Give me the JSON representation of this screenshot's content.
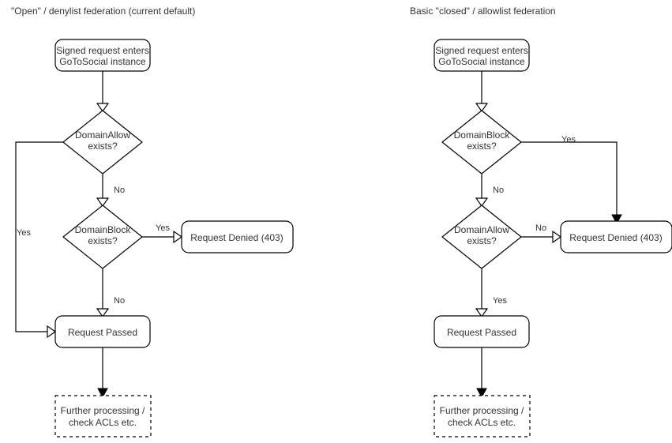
{
  "diagram": {
    "type": "flowchart",
    "background_color": "#ffffff",
    "stroke_color": "#000000",
    "text_color": "#333333",
    "panels": [
      {
        "id": "open-federation",
        "title": "\"Open\" / denylist federation (current default)",
        "nodes": {
          "entry": {
            "label_line1": "Signed request enters",
            "label_line2": "GoToSocial instance",
            "shape": "rounded-rect"
          },
          "decision_one": {
            "label_line1": "DomainAllow",
            "label_line2": "exists?",
            "shape": "diamond"
          },
          "decision_two": {
            "label_line1": "DomainBlock",
            "label_line2": "exists?",
            "shape": "diamond"
          },
          "denied": {
            "label": "Request Denied (403)",
            "shape": "rounded-rect"
          },
          "passed": {
            "label": "Request Passed",
            "shape": "rounded-rect"
          },
          "further": {
            "label_line1": "Further processing /",
            "label_line2": "check ACLs etc.",
            "shape": "dashed-rect"
          }
        },
        "edges": {
          "allow_yes": "Yes",
          "allow_no": "No",
          "block_yes": "Yes",
          "block_no": "No"
        }
      },
      {
        "id": "closed-federation",
        "title": "Basic \"closed\" / allowlist federation",
        "nodes": {
          "entry": {
            "label_line1": "Signed request enters",
            "label_line2": "GoToSocial instance",
            "shape": "rounded-rect"
          },
          "decision_one": {
            "label_line1": "DomainBlock",
            "label_line2": "exists?",
            "shape": "diamond"
          },
          "decision_two": {
            "label_line1": "DomainAllow",
            "label_line2": "exists?",
            "shape": "diamond"
          },
          "denied": {
            "label": "Request Denied (403)",
            "shape": "rounded-rect"
          },
          "passed": {
            "label": "Request Passed",
            "shape": "rounded-rect"
          },
          "further": {
            "label_line1": "Further processing /",
            "label_line2": "check ACLs etc.",
            "shape": "dashed-rect"
          }
        },
        "edges": {
          "block_yes": "Yes",
          "block_no": "No",
          "allow_no": "No",
          "allow_yes": "Yes"
        }
      }
    ]
  }
}
